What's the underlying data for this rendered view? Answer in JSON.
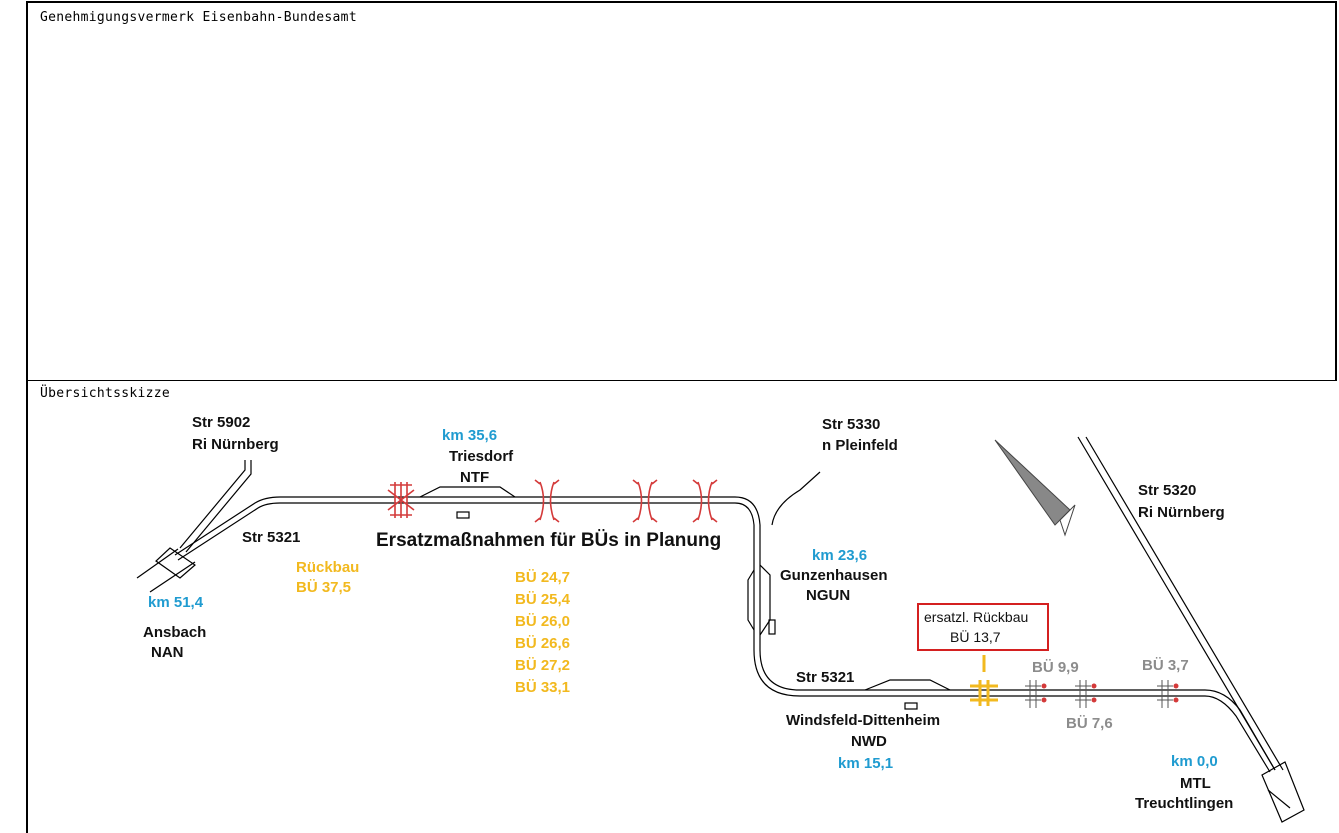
{
  "header": {
    "approval_caption": "Genehmigungsvermerk Eisenbahn-Bundesamt",
    "overview_caption": "Übersichtsskizze"
  },
  "diagram": {
    "title": "Ersatzmaßnahmen für BÜs in Planung",
    "lines": {
      "str5902_a": "Str 5902",
      "str5902_b": "Ri Nürnberg",
      "str5321_top": "Str 5321",
      "str5330_a": "Str 5330",
      "str5330_b": "n Pleinfeld",
      "str5320_a": "Str 5320",
      "str5320_b": "Ri Nürnberg",
      "str5321_bottom": "Str 5321"
    },
    "stations": {
      "ansbach_km": "km 51,4",
      "ansbach_name": "Ansbach",
      "ansbach_code": "NAN",
      "triesdorf_km": "km 35,6",
      "triesdorf_name": "Triesdorf",
      "triesdorf_code": "NTF",
      "gunzenhausen_km": "km 23,6",
      "gunzenhausen_name": "Gunzenhausen",
      "gunzenhausen_code": "NGUN",
      "windsfeld_name": "Windsfeld-Dittenheim",
      "windsfeld_code": "NWD",
      "windsfeld_km": "km 15,1",
      "treuchtlingen_km": "km 0,0",
      "treuchtlingen_code": "MTL",
      "treuchtlingen_name": "Treuchtlingen"
    },
    "rueckbau": {
      "label": "Rückbau",
      "value": "BÜ 37,5"
    },
    "planned_crossings": [
      "BÜ 24,7",
      "BÜ 25,4",
      "BÜ 26,0",
      "BÜ 26,6",
      "BÜ 27,2",
      "BÜ 33,1"
    ],
    "extra_rueckbau": {
      "line1": "ersatzl. Rückbau",
      "line2": "BÜ 13,7"
    },
    "grey_crossings": {
      "bue_9_9": "BÜ 9,9",
      "bue_7_6": "BÜ 7,6",
      "bue_3_7": "BÜ 3,7"
    },
    "colors": {
      "km": "#1f9bd0",
      "rueckbau": "#f2b91f",
      "planned": "#d43a3a",
      "existing": "#8c8c8c",
      "highlight_box": "#d42020"
    }
  }
}
